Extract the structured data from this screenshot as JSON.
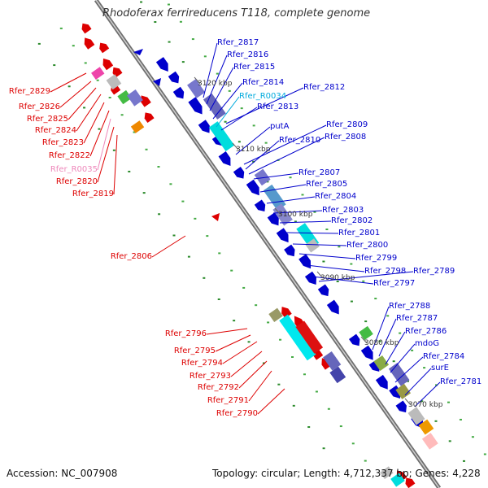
{
  "title": "Rhodoferax ferrireducens T118, complete genome",
  "accession": "Accession: NC_007908",
  "summary": "Topology: circular; Length: 4,712,337 bp; Genes: 4,228",
  "colors": {
    "forward_strand": "#0000cc",
    "reverse_strand": "#dd0000",
    "rna_forward": "#00aadd",
    "rna_reverse": "#ee88bb",
    "backbone": "#888888",
    "dots": "#339933"
  },
  "scale_ticks": [
    "3120 kbp",
    "3110 kbp",
    "3100 kbp",
    "3090 kbp",
    "3080 kbp",
    "3070 kbp"
  ],
  "forward_labels": [
    {
      "text": "Rfer_2817",
      "color": "#0000cc"
    },
    {
      "text": "Rfer_2816",
      "color": "#0000cc"
    },
    {
      "text": "Rfer_2815",
      "color": "#0000cc"
    },
    {
      "text": "Rfer_2814",
      "color": "#0000cc"
    },
    {
      "text": "Rfer_2812",
      "color": "#0000cc"
    },
    {
      "text": "Rfer_R0034",
      "color": "#00aadd"
    },
    {
      "text": "Rfer_2813",
      "color": "#0000cc"
    },
    {
      "text": "putA",
      "color": "#0000cc"
    },
    {
      "text": "Rfer_2809",
      "color": "#0000cc"
    },
    {
      "text": "Rfer_2810",
      "color": "#0000cc"
    },
    {
      "text": "Rfer_2808",
      "color": "#0000cc"
    },
    {
      "text": "Rfer_2807",
      "color": "#0000cc"
    },
    {
      "text": "Rfer_2805",
      "color": "#0000cc"
    },
    {
      "text": "Rfer_2804",
      "color": "#0000cc"
    },
    {
      "text": "Rfer_2803",
      "color": "#0000cc"
    },
    {
      "text": "Rfer_2802",
      "color": "#0000cc"
    },
    {
      "text": "Rfer_2801",
      "color": "#0000cc"
    },
    {
      "text": "Rfer_2800",
      "color": "#0000cc"
    },
    {
      "text": "Rfer_2799",
      "color": "#0000cc"
    },
    {
      "text": "Rfer_2798",
      "color": "#0000cc"
    },
    {
      "text": "Rfer_2789",
      "color": "#0000cc"
    },
    {
      "text": "Rfer_2797",
      "color": "#0000cc"
    },
    {
      "text": "Rfer_2788",
      "color": "#0000cc"
    },
    {
      "text": "Rfer_2787",
      "color": "#0000cc"
    },
    {
      "text": "Rfer_2786",
      "color": "#0000cc"
    },
    {
      "text": "mdoG",
      "color": "#0000cc"
    },
    {
      "text": "Rfer_2784",
      "color": "#0000cc"
    },
    {
      "text": "surE",
      "color": "#0000cc"
    },
    {
      "text": "Rfer_2781",
      "color": "#0000cc"
    }
  ],
  "reverse_labels": [
    {
      "text": "Rfer_2829",
      "color": "#dd0000"
    },
    {
      "text": "Rfer_2826",
      "color": "#dd0000"
    },
    {
      "text": "Rfer_2825",
      "color": "#dd0000"
    },
    {
      "text": "Rfer_2824",
      "color": "#dd0000"
    },
    {
      "text": "Rfer_2823",
      "color": "#dd0000"
    },
    {
      "text": "Rfer_2822",
      "color": "#dd0000"
    },
    {
      "text": "Rfer_R0035",
      "color": "#ee88bb"
    },
    {
      "text": "Rfer_2820",
      "color": "#dd0000"
    },
    {
      "text": "Rfer_2819",
      "color": "#dd0000"
    },
    {
      "text": "Rfer_2806",
      "color": "#dd0000"
    },
    {
      "text": "Rfer_2796",
      "color": "#dd0000"
    },
    {
      "text": "Rfer_2795",
      "color": "#dd0000"
    },
    {
      "text": "Rfer_2794",
      "color": "#dd0000"
    },
    {
      "text": "Rfer_2793",
      "color": "#dd0000"
    },
    {
      "text": "Rfer_2792",
      "color": "#dd0000"
    },
    {
      "text": "Rfer_2791",
      "color": "#dd0000"
    },
    {
      "text": "Rfer_2790",
      "color": "#dd0000"
    }
  ]
}
